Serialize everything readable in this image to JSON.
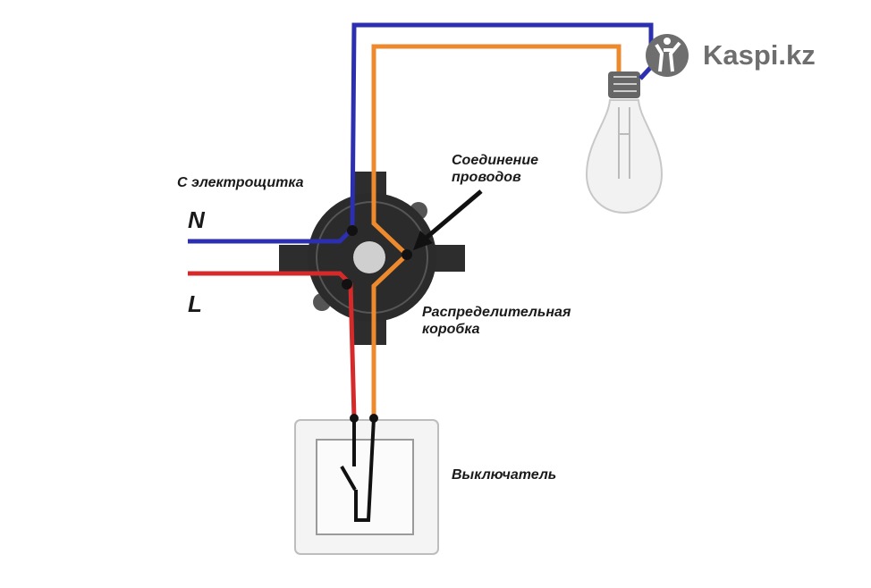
{
  "labels": {
    "source": "С электрощитка",
    "neutral": "N",
    "line": "L",
    "connection": [
      "Соединение",
      "проводов"
    ],
    "junction_box": [
      "Распределительная",
      "коробка"
    ],
    "switch": "Выключатель"
  },
  "logo": {
    "text": "Kaspi.kz"
  },
  "colors": {
    "neutral_wire": "#2b2fb0",
    "line_wire": "#d52a2a",
    "switched_wire": "#ee8a2e",
    "box": "#2a2a2a"
  }
}
